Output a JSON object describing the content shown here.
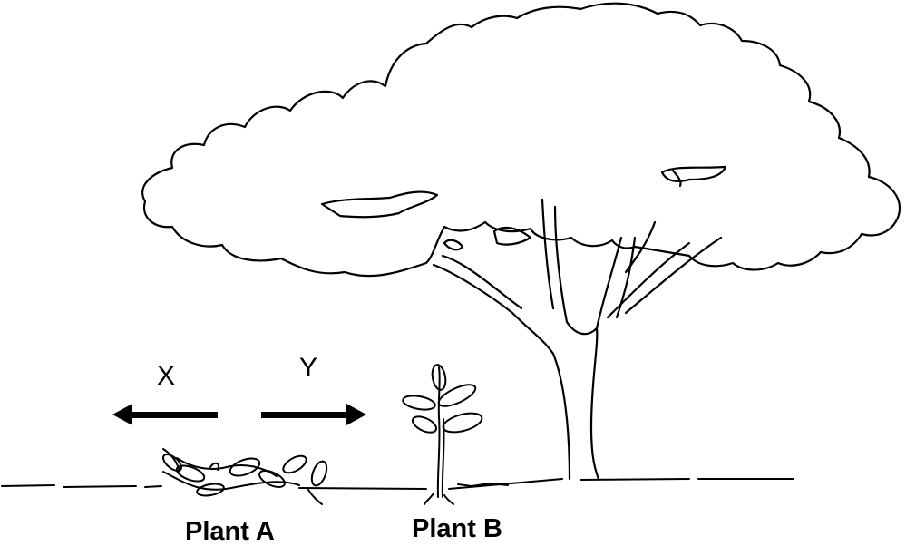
{
  "arrows": {
    "left_label": "X",
    "right_label": "Y"
  },
  "plants": {
    "a": {
      "label": "Plant A"
    },
    "b": {
      "label": "Plant B"
    }
  },
  "colors": {
    "ink": "#000000",
    "background": "#ffffff"
  }
}
